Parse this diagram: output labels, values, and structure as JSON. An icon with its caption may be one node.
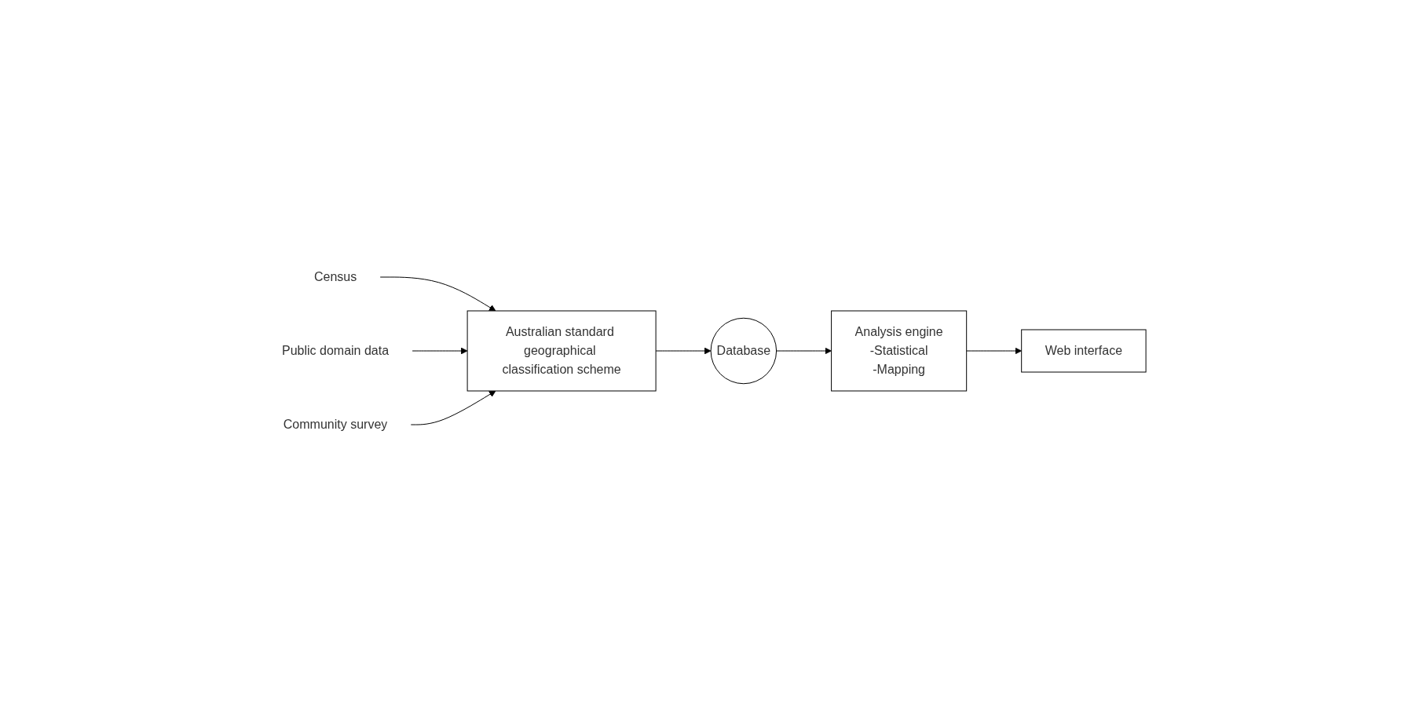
{
  "diagram": {
    "nodes": [
      {
        "text": [
          "Census"
        ]
      },
      {
        "text": [
          "Public domain data"
        ]
      },
      {
        "text": [
          "Community survey"
        ]
      },
      {
        "text": [
          "Australian standard geographical classification scheme"
        ]
      },
      {
        "text": [
          "Database"
        ]
      },
      {
        "text": [
          "Analysis engine",
          "-Statistical",
          "-Mapping"
        ]
      },
      {
        "text": [
          "Web interface"
        ]
      }
    ],
    "edges": [
      {
        "from": 0,
        "to": 3,
        "arrow": "to"
      },
      {
        "from": 1,
        "to": 3,
        "arrow": "to"
      },
      {
        "from": 2,
        "to": 3,
        "arrow": "to"
      },
      {
        "from": 3,
        "to": 4,
        "arrow": "to"
      },
      {
        "from": 4,
        "to": 5,
        "arrow": "to"
      },
      {
        "from": 5,
        "to": 6,
        "arrow": "to"
      }
    ]
  }
}
